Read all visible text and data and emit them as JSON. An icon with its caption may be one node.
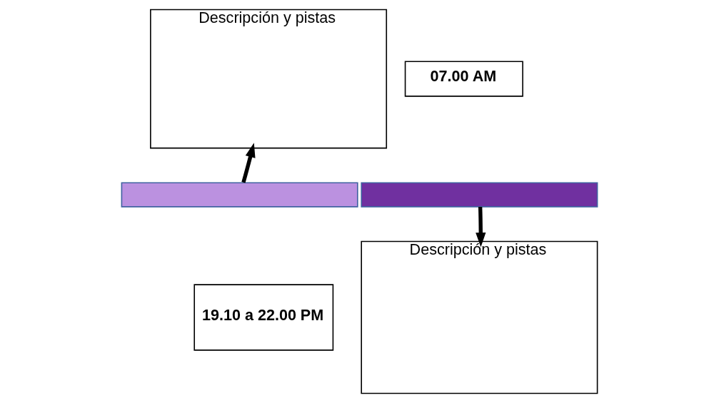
{
  "diagram": {
    "nodes": [
      {
        "text": [
          "Descripción y pistas"
        ]
      },
      {
        "text": [
          "07.00 AM"
        ]
      },
      {
        "text": [],
        "shape": "bar"
      },
      {
        "text": [],
        "shape": "bar"
      },
      {
        "text": [
          "19.10 a 22.00 PM"
        ]
      },
      {
        "text": [
          "Descripción y pistas"
        ]
      }
    ],
    "edges": [
      {
        "from": 2,
        "to": 0,
        "arrow": "to"
      },
      {
        "from": 3,
        "to": 5,
        "arrow": "to"
      }
    ]
  }
}
